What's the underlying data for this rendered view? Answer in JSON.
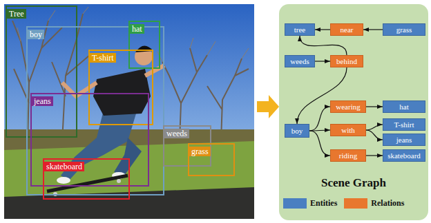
{
  "diagram": {
    "nodes": [
      {
        "text": [
          "Tree"
        ]
      },
      {
        "text": [
          "boy"
        ]
      },
      {
        "text": [
          "hat"
        ]
      },
      {
        "text": [
          "T-shirt"
        ]
      },
      {
        "text": [
          "jeans"
        ]
      },
      {
        "text": [
          "weeds"
        ]
      },
      {
        "text": [
          "grass"
        ]
      },
      {
        "text": [
          "skateboard"
        ]
      },
      {
        "text": [
          "Scene Graph"
        ]
      },
      {
        "text": [
          "tree"
        ],
        "in": 8
      },
      {
        "text": [
          "near"
        ],
        "in": 8
      },
      {
        "text": [
          "grass"
        ],
        "in": 8
      },
      {
        "text": [
          "weeds"
        ],
        "in": 8
      },
      {
        "text": [
          "behind"
        ],
        "in": 8
      },
      {
        "text": [
          "boy"
        ],
        "in": 8
      },
      {
        "text": [
          "wearing"
        ],
        "in": 8
      },
      {
        "text": [
          "with"
        ],
        "in": 8
      },
      {
        "text": [
          "riding"
        ],
        "in": 8
      },
      {
        "text": [
          "hat"
        ],
        "in": 8
      },
      {
        "text": [
          "T-shirt"
        ],
        "in": 8
      },
      {
        "text": [
          "jeans"
        ],
        "in": 8
      },
      {
        "text": [
          "skateboard"
        ],
        "in": 8
      }
    ],
    "edges": [
      {
        "from": 11,
        "to": 10,
        "arrow": "to"
      },
      {
        "from": 10,
        "to": 9,
        "arrow": "to"
      },
      {
        "from": 12,
        "to": 13,
        "arrow": "to"
      },
      {
        "from": 13,
        "to": 9,
        "arrow": "to"
      },
      {
        "from": 13,
        "to": 14,
        "arrow": "to"
      },
      {
        "from": 14,
        "to": 15,
        "arrow": "to"
      },
      {
        "from": 15,
        "to": 18,
        "arrow": "to"
      },
      {
        "from": 14,
        "to": 16,
        "arrow": "to"
      },
      {
        "from": 16,
        "to": 19,
        "arrow": "to"
      },
      {
        "from": 16,
        "to": 20,
        "arrow": "to"
      },
      {
        "from": 14,
        "to": 17,
        "arrow": "to"
      },
      {
        "from": 17,
        "to": 21,
        "arrow": "to"
      }
    ],
    "legend": [
      {
        "text": "Entities",
        "color": "#4a7fc1"
      },
      {
        "text": "Relations",
        "color": "#e8772e"
      }
    ]
  }
}
